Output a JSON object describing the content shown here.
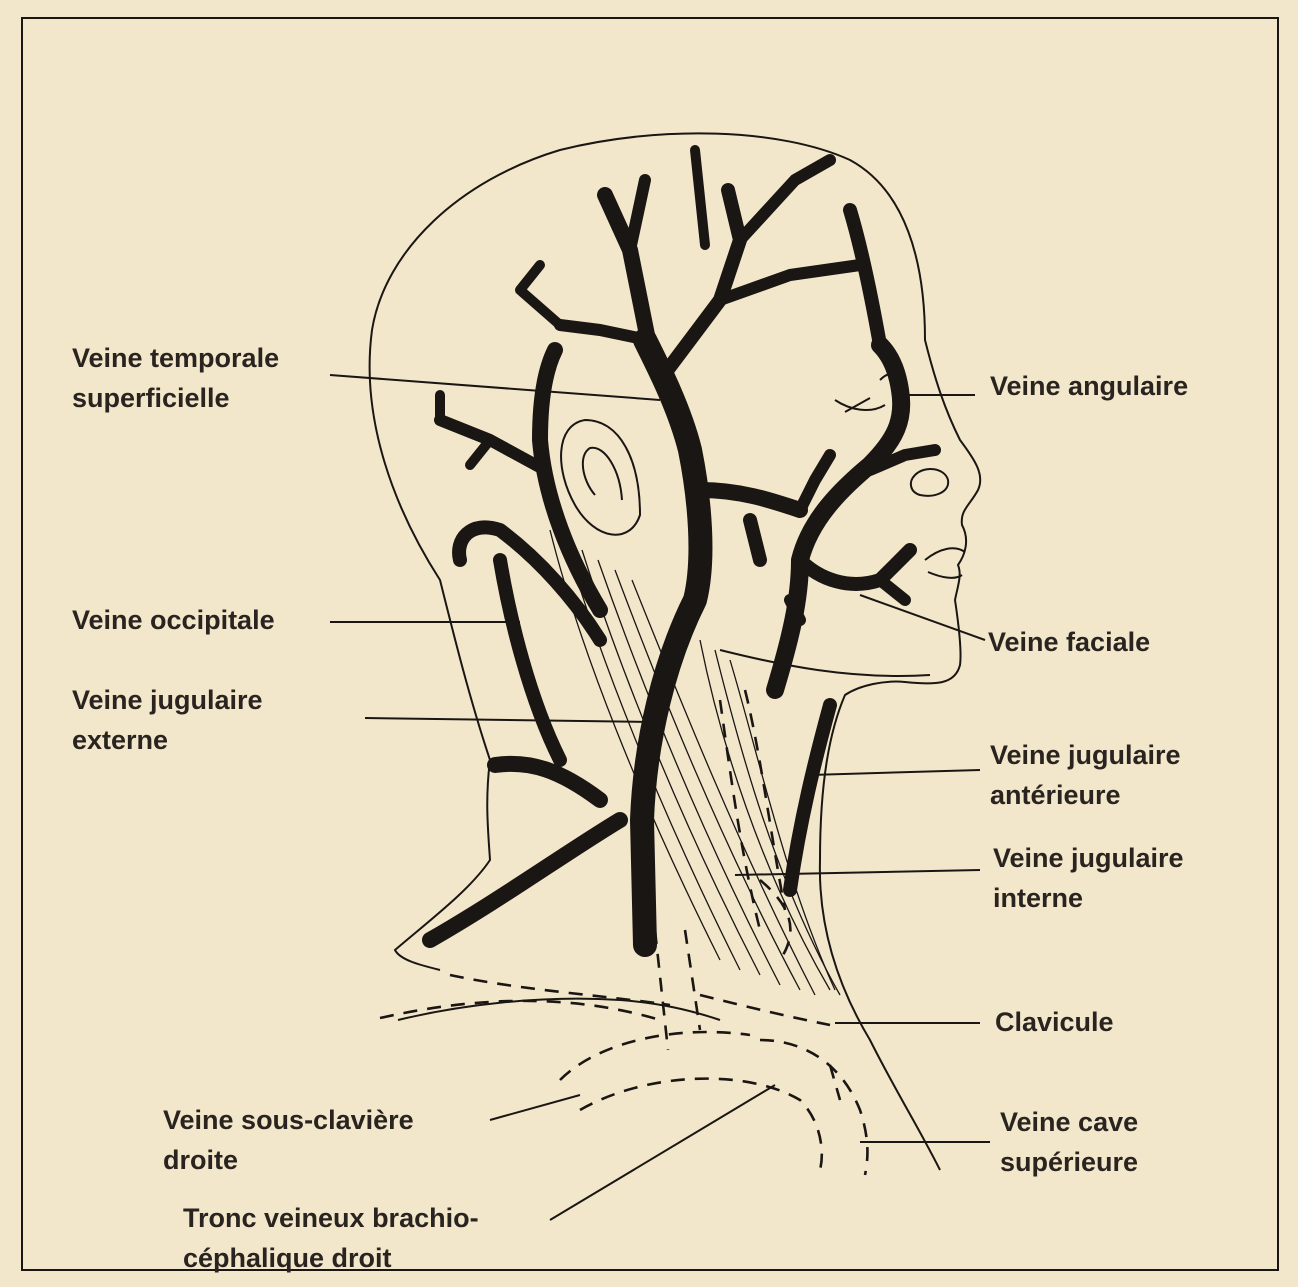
{
  "colors": {
    "background": "#f3e7cb",
    "ink": "#1a1614",
    "label": "#2a2420"
  },
  "labels": {
    "temporale": {
      "line1": "Veine temporale",
      "line2": "superficielle"
    },
    "occipitale": {
      "line1": "Veine occipitale"
    },
    "jug_externe": {
      "line1": "Veine jugulaire",
      "line2": "externe"
    },
    "sous_claviere": {
      "line1": "Veine sous-clavière",
      "line2": "droite"
    },
    "tronc": {
      "line1": "Tronc veineux brachio-",
      "line2": "céphalique droit"
    },
    "angulaire": {
      "line1": "Veine angulaire"
    },
    "faciale": {
      "line1": "Veine faciale"
    },
    "jug_anterieure": {
      "line1": "Veine jugulaire",
      "line2": "antérieure"
    },
    "jug_interne": {
      "line1": "Veine jugulaire",
      "line2": "interne"
    },
    "clavicule": {
      "line1": "Clavicule"
    },
    "cave": {
      "line1": "Veine cave",
      "line2": "supérieure"
    }
  }
}
